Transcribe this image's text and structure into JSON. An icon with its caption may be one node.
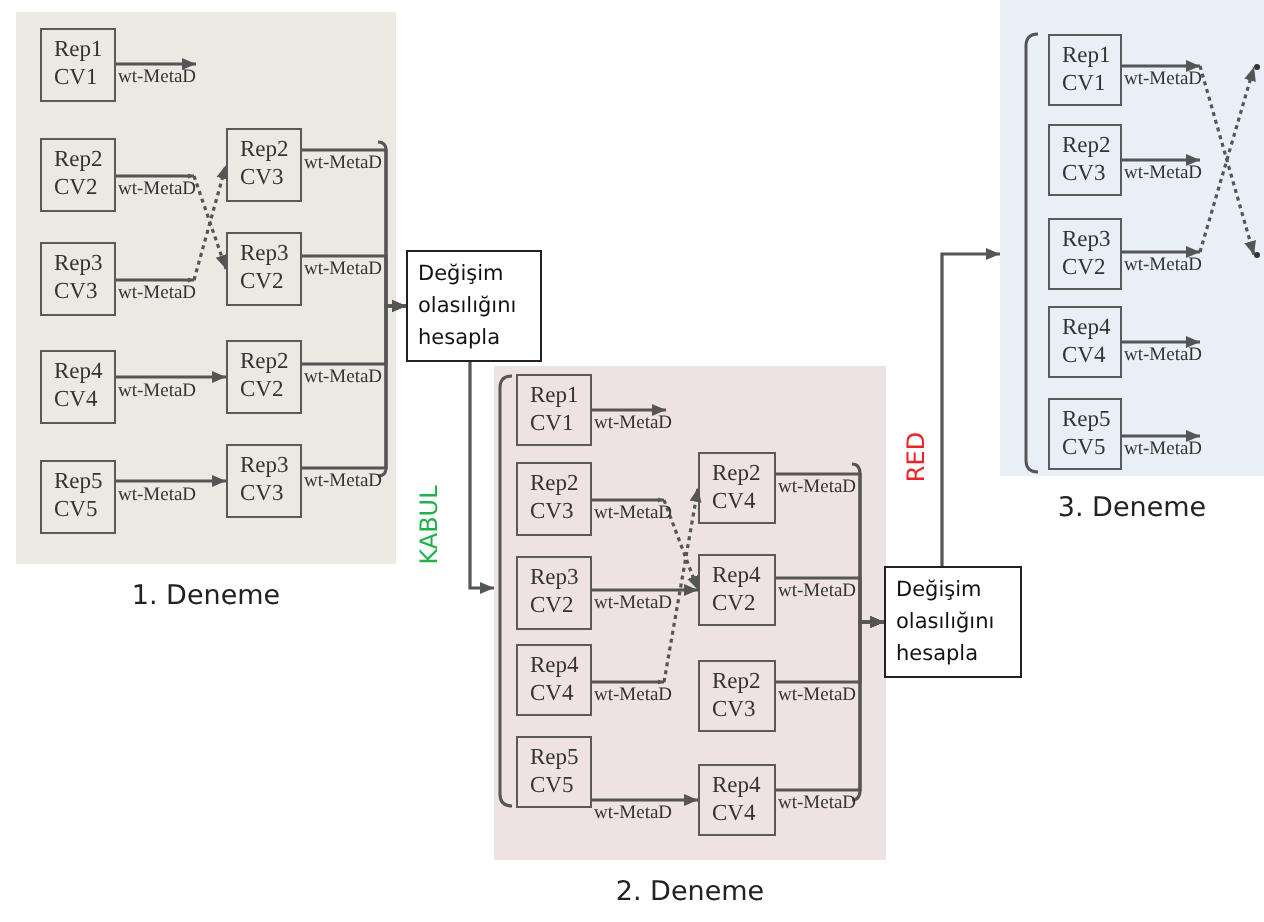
{
  "diagram": {
    "nodes": [
      {
        "text": [
          "1. Deneme"
        ]
      },
      {
        "text": [
          "Rep1 CV1"
        ],
        "in": 0
      },
      {
        "text": [
          "Rep2 CV2"
        ],
        "in": 0
      },
      {
        "text": [
          "Rep3 CV3"
        ],
        "in": 0
      },
      {
        "text": [
          "Rep4 CV4"
        ],
        "in": 0
      },
      {
        "text": [
          "Rep5 CV5"
        ],
        "in": 0
      },
      {
        "text": [
          "Rep2 CV3"
        ],
        "in": 0
      },
      {
        "text": [
          "Rep3 CV2"
        ],
        "in": 0
      },
      {
        "text": [
          "Rep2 CV2"
        ],
        "in": 0
      },
      {
        "text": [
          "Rep3 CV3"
        ],
        "in": 0
      },
      {
        "text": [
          "Değişim olasılığını hesapla"
        ]
      },
      {
        "text": [
          "2. Deneme"
        ]
      },
      {
        "text": [
          "Rep1 CV1"
        ],
        "in": 11
      },
      {
        "text": [
          "Rep2 CV3"
        ],
        "in": 11
      },
      {
        "text": [
          "Rep3 CV2"
        ],
        "in": 11
      },
      {
        "text": [
          "Rep4 CV4"
        ],
        "in": 11
      },
      {
        "text": [
          "Rep5 CV5"
        ],
        "in": 11
      },
      {
        "text": [
          "Rep2 CV4"
        ],
        "in": 11
      },
      {
        "text": [
          "Rep4 CV2"
        ],
        "in": 11
      },
      {
        "text": [
          "Rep2 CV3"
        ],
        "in": 11
      },
      {
        "text": [
          "Rep4 CV4"
        ],
        "in": 11
      },
      {
        "text": [
          "Değişim olasılığını hesapla"
        ]
      },
      {
        "text": [
          "3. Deneme"
        ]
      },
      {
        "text": [
          "Rep1 CV1"
        ],
        "in": 22
      },
      {
        "text": [
          "Rep2 CV3"
        ],
        "in": 22
      },
      {
        "text": [
          "Rep3 CV2"
        ],
        "in": 22
      },
      {
        "text": [
          "Rep4 CV4"
        ],
        "in": 22
      },
      {
        "text": [
          "Rep5 CV5"
        ],
        "in": 22
      },
      {
        "text": [],
        "shape": "circle",
        "in": 22
      },
      {
        "text": [],
        "shape": "circle",
        "in": 22
      }
    ],
    "edges": [
      {
        "from": 1,
        "to": null,
        "arrow": "to",
        "label": "wt-MetaD"
      },
      {
        "from": 2,
        "to": 7,
        "arrow": "to",
        "label": "wt-MetaD",
        "style": "dashed"
      },
      {
        "from": 3,
        "to": 6,
        "arrow": "to",
        "label": "wt-MetaD",
        "style": "dashed"
      },
      {
        "from": 4,
        "to": 8,
        "arrow": "to",
        "label": "wt-MetaD"
      },
      {
        "from": 5,
        "to": 9,
        "arrow": "to",
        "label": "wt-MetaD"
      },
      {
        "from": 6,
        "to": 10,
        "arrow": "to",
        "label": "wt-MetaD"
      },
      {
        "from": 7,
        "to": 10,
        "arrow": "to",
        "label": "wt-MetaD"
      },
      {
        "from": 8,
        "to": 10,
        "arrow": "to",
        "label": "wt-MetaD"
      },
      {
        "from": 9,
        "to": 10,
        "arrow": "to",
        "label": "wt-MetaD"
      },
      {
        "from": 10,
        "to": 11,
        "arrow": "to",
        "label": "KABUL"
      },
      {
        "from": 12,
        "to": null,
        "arrow": "to",
        "label": "wt-MetaD"
      },
      {
        "from": 13,
        "to": 18,
        "arrow": "to",
        "label": "wt-MetaD",
        "style": "dashed"
      },
      {
        "from": 14,
        "to": 18,
        "arrow": "to",
        "label": "wt-MetaD"
      },
      {
        "from": 15,
        "to": 17,
        "arrow": "to",
        "label": "wt-MetaD",
        "style": "dashed"
      },
      {
        "from": 16,
        "to": 20,
        "arrow": "to",
        "label": "wt-MetaD"
      },
      {
        "from": 17,
        "to": 21,
        "arrow": "to",
        "label": "wt-MetaD"
      },
      {
        "from": 18,
        "to": 21,
        "arrow": "to",
        "label": "wt-MetaD"
      },
      {
        "from": 19,
        "to": 21,
        "arrow": "to",
        "label": "wt-MetaD"
      },
      {
        "from": 20,
        "to": 21,
        "arrow": "to",
        "label": "wt-MetaD"
      },
      {
        "from": 21,
        "to": 22,
        "arrow": "to",
        "label": "RED"
      },
      {
        "from": 23,
        "to": null,
        "arrow": "to",
        "label": "wt-MetaD"
      },
      {
        "from": 24,
        "to": null,
        "arrow": "to",
        "label": "wt-MetaD"
      },
      {
        "from": 25,
        "to": null,
        "arrow": "to",
        "label": "wt-MetaD"
      },
      {
        "from": 26,
        "to": null,
        "arrow": "to",
        "label": "wt-MetaD"
      },
      {
        "from": 27,
        "to": null,
        "arrow": "to",
        "label": "wt-MetaD"
      },
      {
        "from": null,
        "to": 29,
        "arrow": "to",
        "style": "dashed"
      },
      {
        "from": null,
        "to": 28,
        "arrow": "to",
        "style": "dashed"
      }
    ]
  }
}
